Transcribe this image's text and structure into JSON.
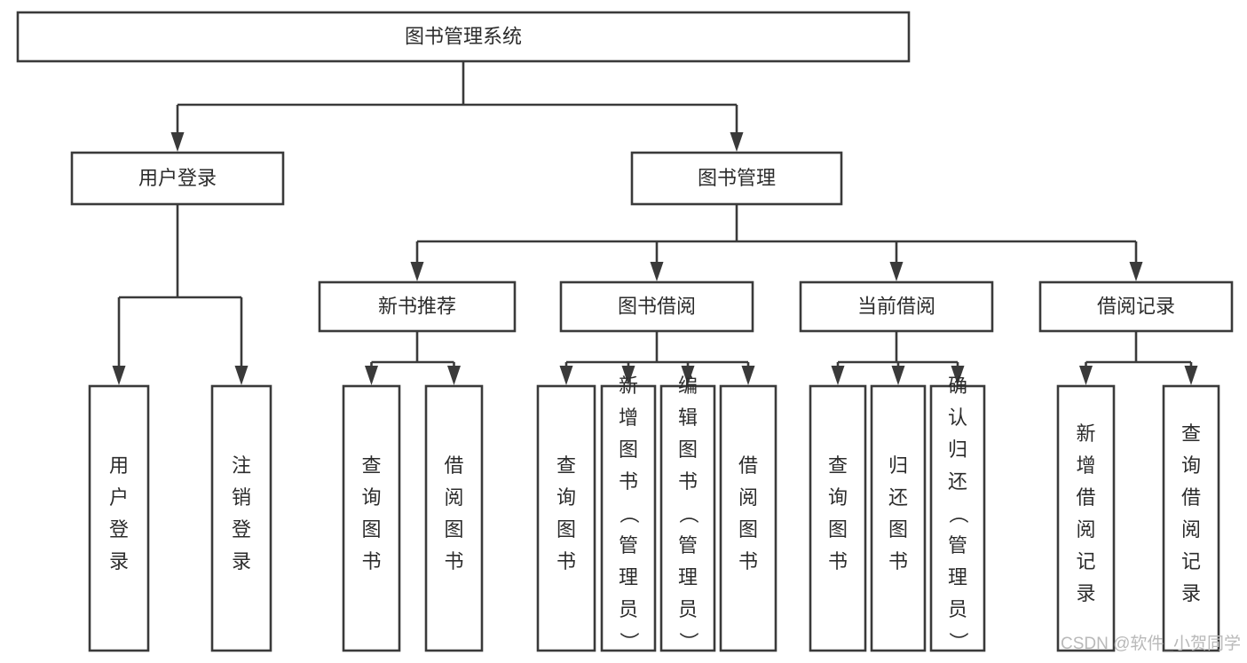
{
  "diagram": {
    "title": "图书管理系统",
    "type": "hierarchy-tree",
    "orientation": "top-down",
    "edge_style": "orthogonal-arrow",
    "colors": {
      "box_stroke": "#3a3a3a",
      "box_fill": "#ffffff",
      "text": "#2c2c2c",
      "background": "#ffffff",
      "watermark": "#b9b9b9"
    },
    "levels": [
      {
        "level": 1,
        "nodes": [
          {
            "id": "root",
            "label": "图书管理系统",
            "text_orientation": "horizontal"
          }
        ]
      },
      {
        "level": 2,
        "nodes": [
          {
            "id": "login",
            "label": "用户登录",
            "text_orientation": "horizontal",
            "parent": "root"
          },
          {
            "id": "bookmgmt",
            "label": "图书管理",
            "text_orientation": "horizontal",
            "parent": "root"
          }
        ]
      },
      {
        "level": 3,
        "nodes": [
          {
            "id": "newbook",
            "label": "新书推荐",
            "text_orientation": "horizontal",
            "parent": "bookmgmt"
          },
          {
            "id": "borrow",
            "label": "图书借阅",
            "text_orientation": "horizontal",
            "parent": "bookmgmt"
          },
          {
            "id": "current",
            "label": "当前借阅",
            "text_orientation": "horizontal",
            "parent": "bookmgmt"
          },
          {
            "id": "records",
            "label": "借阅记录",
            "text_orientation": "horizontal",
            "parent": "bookmgmt"
          }
        ]
      },
      {
        "level": 4,
        "nodes": [
          {
            "id": "leaf-user-login",
            "label": "用户登录",
            "text_orientation": "vertical",
            "parent": "login"
          },
          {
            "id": "leaf-user-logout",
            "label": "注销登录",
            "text_orientation": "vertical",
            "parent": "login"
          },
          {
            "id": "leaf-query-book-1",
            "label": "查询图书",
            "text_orientation": "vertical",
            "parent": "newbook"
          },
          {
            "id": "leaf-borrow-book-1",
            "label": "借阅图书",
            "text_orientation": "vertical",
            "parent": "newbook"
          },
          {
            "id": "leaf-query-book-2",
            "label": "查询图书",
            "text_orientation": "vertical",
            "parent": "borrow"
          },
          {
            "id": "leaf-add-book",
            "label": "新增图书（管理员）",
            "text_orientation": "vertical",
            "parent": "borrow"
          },
          {
            "id": "leaf-edit-book",
            "label": "编辑图书（管理员）",
            "text_orientation": "vertical",
            "parent": "borrow"
          },
          {
            "id": "leaf-borrow-book-2",
            "label": "借阅图书",
            "text_orientation": "vertical",
            "parent": "borrow"
          },
          {
            "id": "leaf-query-book-3",
            "label": "查询图书",
            "text_orientation": "vertical",
            "parent": "current"
          },
          {
            "id": "leaf-return-book",
            "label": "归还图书",
            "text_orientation": "vertical",
            "parent": "current"
          },
          {
            "id": "leaf-confirm-return",
            "label": "确认归还（管理员）",
            "text_orientation": "vertical",
            "parent": "current"
          },
          {
            "id": "leaf-add-record",
            "label": "新增借阅记录",
            "text_orientation": "vertical",
            "parent": "records"
          },
          {
            "id": "leaf-query-record",
            "label": "查询借阅记录",
            "text_orientation": "vertical",
            "parent": "records"
          }
        ]
      }
    ],
    "edges": [
      {
        "from": "root",
        "to": "login"
      },
      {
        "from": "root",
        "to": "bookmgmt"
      },
      {
        "from": "bookmgmt",
        "to": "newbook"
      },
      {
        "from": "bookmgmt",
        "to": "borrow"
      },
      {
        "from": "bookmgmt",
        "to": "current"
      },
      {
        "from": "bookmgmt",
        "to": "records"
      },
      {
        "from": "login",
        "to": "leaf-user-login"
      },
      {
        "from": "login",
        "to": "leaf-user-logout"
      },
      {
        "from": "newbook",
        "to": "leaf-query-book-1"
      },
      {
        "from": "newbook",
        "to": "leaf-borrow-book-1"
      },
      {
        "from": "borrow",
        "to": "leaf-query-book-2"
      },
      {
        "from": "borrow",
        "to": "leaf-add-book"
      },
      {
        "from": "borrow",
        "to": "leaf-edit-book"
      },
      {
        "from": "borrow",
        "to": "leaf-borrow-book-2"
      },
      {
        "from": "current",
        "to": "leaf-query-book-3"
      },
      {
        "from": "current",
        "to": "leaf-return-book"
      },
      {
        "from": "current",
        "to": "leaf-confirm-return"
      },
      {
        "from": "records",
        "to": "leaf-add-record"
      },
      {
        "from": "records",
        "to": "leaf-query-record"
      }
    ]
  },
  "watermark": {
    "text": "CSDN @软件_小贺同学"
  }
}
